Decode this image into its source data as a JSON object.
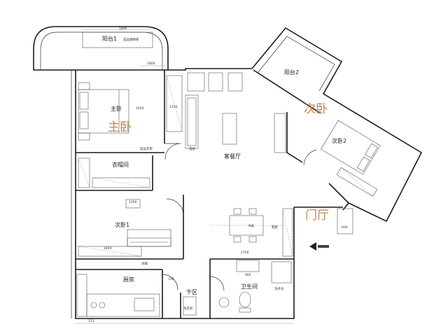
{
  "rooms": {
    "balcony1": "阳台1",
    "balcony2": "阳台2",
    "master_bedroom": "主卧",
    "cloakroom": "衣帽间",
    "second_bedroom1": "次卧1",
    "second_bedroom2": "次卧2",
    "living_dining": "客餐厅",
    "kitchen": "厨房",
    "dry_area": "干区",
    "bathroom": "卫生间"
  },
  "callouts": {
    "master_bedroom": "主卧",
    "second_bedroom": "次卧",
    "foyer": "门厅"
  },
  "dimensions": {
    "balcony1_width": "1800",
    "top_window": "1800",
    "master_side": "1550",
    "bed_width": "1600",
    "second_bed": "1800",
    "desk": "1200",
    "dining": "1700",
    "bath_sink": "900",
    "kitchen_door": "700",
    "foyer_cab": "600",
    "bottom": "111"
  },
  "notes": {
    "wardrobe": "成品衣柜",
    "cabinet": "成品储物柜",
    "shoe": "鞋柜",
    "fridge": "冰箱",
    "tv": "电视",
    "desk": "书桌",
    "washer": "洗衣机",
    "sink": "洗手台"
  },
  "colors": {
    "accent": "#c8844a",
    "wall": "#1a1a1a"
  }
}
